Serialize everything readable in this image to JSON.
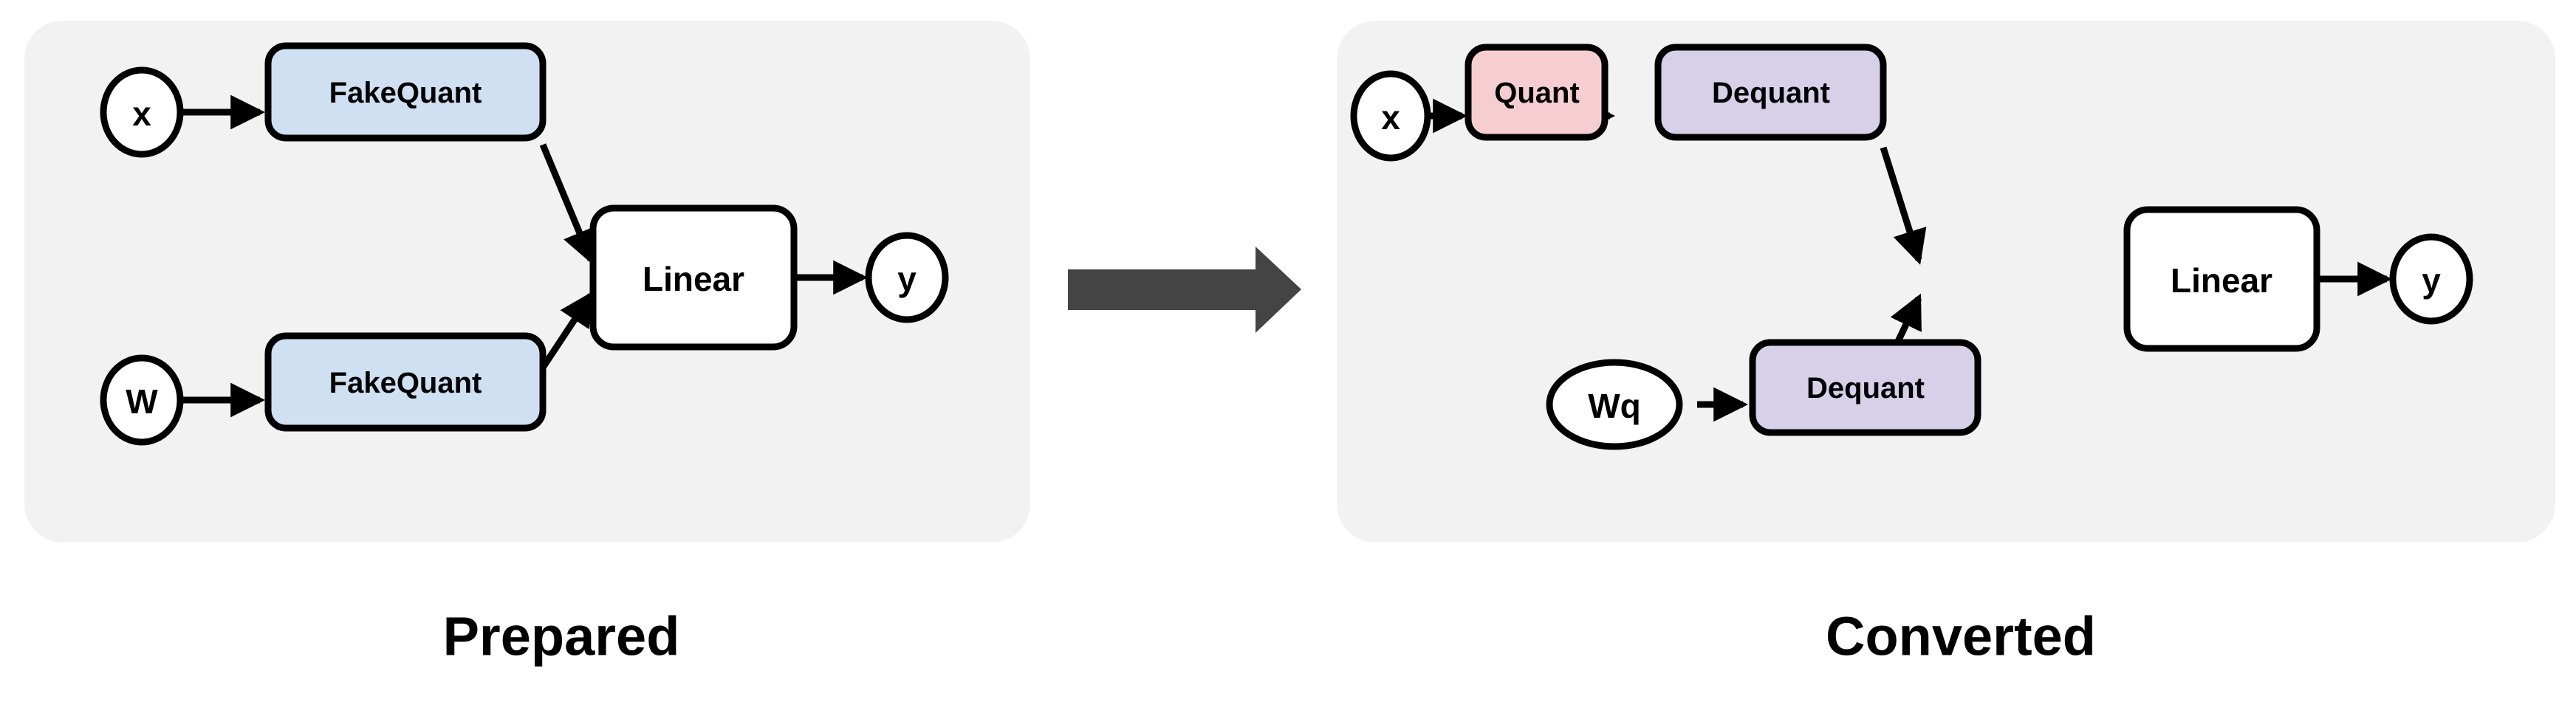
{
  "figure": {
    "title_left": "Prepared",
    "title_right": "Converted",
    "transition_icon": "right-arrow-icon"
  },
  "colors": {
    "panel_background": "#f2f2f2",
    "page_background": "#ffffff",
    "fakequant_fill": "#cfe0f2",
    "quant_fill": "#f6ced1",
    "dequant_fill": "#d8cfe9",
    "plain_fill": "#ffffff",
    "stroke": "#000000",
    "big_arrow": "#444444",
    "text": "#000000"
  },
  "left_panel": {
    "caption": "Prepared",
    "nodes": [
      {
        "id": "x",
        "label": "x",
        "kind": "ellipse"
      },
      {
        "id": "W",
        "label": "W",
        "kind": "ellipse"
      },
      {
        "id": "y",
        "label": "y",
        "kind": "ellipse"
      }
    ],
    "ops": [
      {
        "id": "fq_x",
        "label": "FakeQuant",
        "fill_key": "fakequant_fill"
      },
      {
        "id": "fq_w",
        "label": "FakeQuant",
        "fill_key": "fakequant_fill"
      },
      {
        "id": "linear",
        "label": "Linear",
        "fill_key": "plain_fill"
      }
    ],
    "edges": [
      {
        "from": "x",
        "to": "fq_x"
      },
      {
        "from": "W",
        "to": "fq_w"
      },
      {
        "from": "fq_x",
        "to": "linear"
      },
      {
        "from": "fq_w",
        "to": "linear"
      },
      {
        "from": "linear",
        "to": "y"
      }
    ]
  },
  "right_panel": {
    "caption": "Converted",
    "nodes": [
      {
        "id": "x",
        "label": "x",
        "kind": "ellipse"
      },
      {
        "id": "Wq",
        "label": "Wq",
        "kind": "ellipse"
      },
      {
        "id": "y",
        "label": "y",
        "kind": "ellipse"
      }
    ],
    "ops": [
      {
        "id": "quant",
        "label": "Quant",
        "fill_key": "quant_fill"
      },
      {
        "id": "dq_x",
        "label": "Dequant",
        "fill_key": "dequant_fill"
      },
      {
        "id": "dq_w",
        "label": "Dequant",
        "fill_key": "dequant_fill"
      },
      {
        "id": "linear",
        "label": "Linear",
        "fill_key": "plain_fill"
      }
    ],
    "edges": [
      {
        "from": "x",
        "to": "quant"
      },
      {
        "from": "quant",
        "to": "dq_x"
      },
      {
        "from": "Wq",
        "to": "dq_w"
      },
      {
        "from": "dq_x",
        "to": "linear"
      },
      {
        "from": "dq_w",
        "to": "linear"
      },
      {
        "from": "linear",
        "to": "y"
      }
    ]
  },
  "labels": {
    "x": "x",
    "W": "W",
    "Wq": "Wq",
    "y": "y",
    "fakequant": "FakeQuant",
    "quant": "Quant",
    "dequant": "Dequant",
    "linear": "Linear"
  }
}
